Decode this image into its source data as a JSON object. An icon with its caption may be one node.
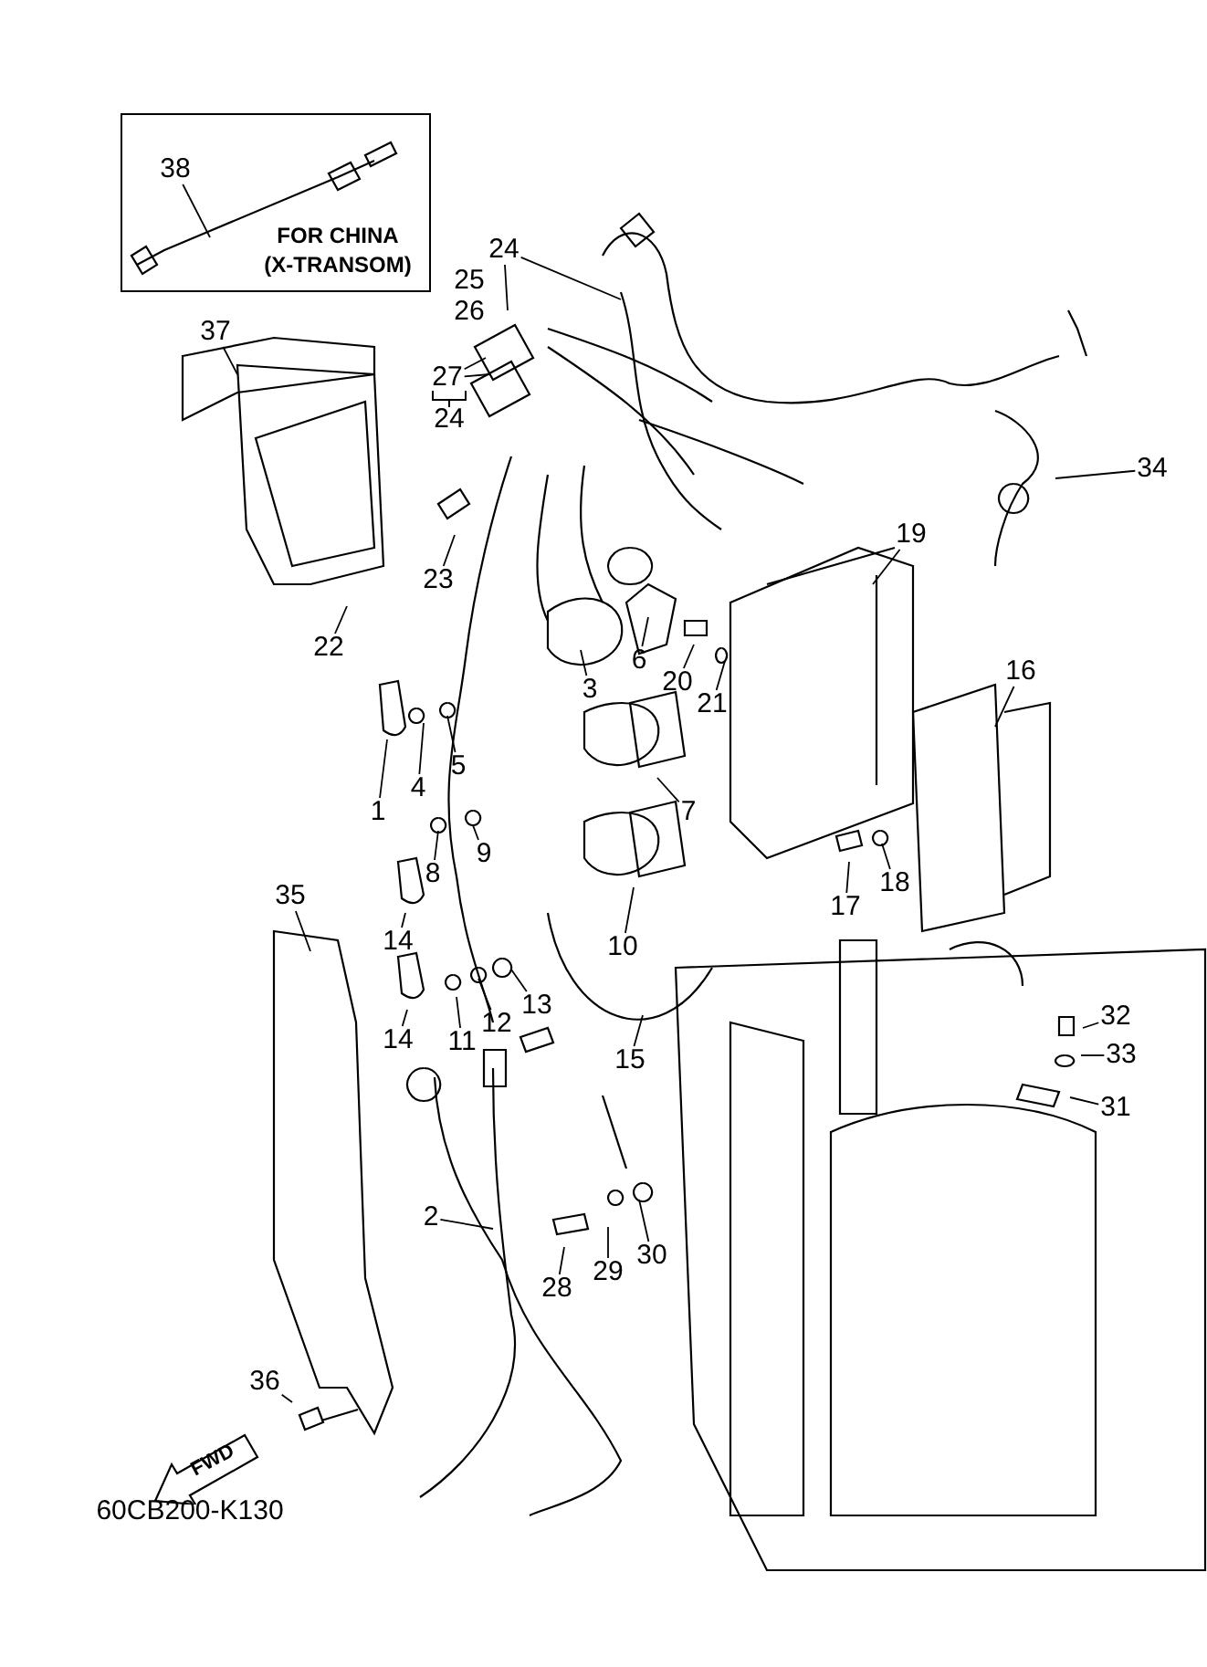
{
  "diagram": {
    "nodes": [
      {
        "text": [
          "FOR CHINA (X-TRANSOM)"
        ]
      },
      {
        "text": [
          "38"
        ],
        "in": 0
      },
      {
        "text": [
          "24"
        ]
      },
      {
        "text": [
          "27"
        ]
      },
      {
        "text": [
          "37"
        ]
      },
      {
        "text": [
          "23"
        ]
      },
      {
        "text": [
          "22"
        ]
      },
      {
        "text": [
          "19"
        ]
      },
      {
        "text": [
          "6"
        ]
      },
      {
        "text": [
          "20"
        ]
      },
      {
        "text": [
          "21"
        ]
      },
      {
        "text": [
          "3"
        ]
      },
      {
        "text": [
          "1"
        ]
      },
      {
        "text": [
          "4"
        ]
      },
      {
        "text": [
          "5"
        ]
      },
      {
        "text": [
          "7"
        ]
      },
      {
        "text": [
          "16"
        ]
      },
      {
        "text": [
          "17"
        ]
      },
      {
        "text": [
          "18"
        ]
      },
      {
        "text": [
          "8"
        ]
      },
      {
        "text": [
          "9"
        ]
      },
      {
        "text": [
          "10"
        ]
      },
      {
        "text": [
          "14"
        ]
      },
      {
        "text": [
          "35"
        ]
      },
      {
        "text": [
          "13"
        ]
      },
      {
        "text": [
          "12"
        ]
      },
      {
        "text": [
          "11"
        ]
      },
      {
        "text": [
          "14"
        ]
      },
      {
        "text": [
          "15"
        ]
      },
      {
        "text": [
          "32"
        ]
      },
      {
        "text": [
          "33"
        ]
      },
      {
        "text": [
          "31"
        ]
      },
      {
        "text": [
          "2"
        ]
      },
      {
        "text": [
          "28"
        ]
      },
      {
        "text": [
          "29"
        ]
      },
      {
        "text": [
          "30"
        ]
      },
      {
        "text": [
          "36"
        ]
      },
      {
        "text": [
          "34"
        ]
      },
      {
        "text": [
          "FWD"
        ]
      }
    ],
    "edges": [
      {
        "from": 1,
        "to": null,
        "arrow": "none"
      },
      {
        "from": 2,
        "to": null,
        "arrow": "none"
      },
      {
        "from": 2,
        "to": null,
        "arrow": "none"
      },
      {
        "from": 3,
        "to": null,
        "arrow": "none"
      },
      {
        "from": 3,
        "to": null,
        "arrow": "none"
      },
      {
        "from": 4,
        "to": null,
        "arrow": "none"
      },
      {
        "from": 5,
        "to": null,
        "arrow": "none"
      },
      {
        "from": 6,
        "to": null,
        "arrow": "none"
      },
      {
        "from": 7,
        "to": null,
        "arrow": "none"
      },
      {
        "from": 8,
        "to": null,
        "arrow": "none"
      },
      {
        "from": 9,
        "to": null,
        "arrow": "none"
      },
      {
        "from": 10,
        "to": null,
        "arrow": "none"
      },
      {
        "from": 11,
        "to": null,
        "arrow": "none"
      },
      {
        "from": 12,
        "to": null,
        "arrow": "none"
      },
      {
        "from": 13,
        "to": null,
        "arrow": "none"
      },
      {
        "from": 14,
        "to": null,
        "arrow": "none"
      },
      {
        "from": 15,
        "to": null,
        "arrow": "none"
      },
      {
        "from": 16,
        "to": null,
        "arrow": "none"
      },
      {
        "from": 17,
        "to": null,
        "arrow": "none"
      },
      {
        "from": 18,
        "to": null,
        "arrow": "none"
      },
      {
        "from": 19,
        "to": null,
        "arrow": "none"
      },
      {
        "from": 20,
        "to": null,
        "arrow": "none"
      },
      {
        "from": 21,
        "to": null,
        "arrow": "none"
      },
      {
        "from": 22,
        "to": null,
        "arrow": "none"
      },
      {
        "from": 23,
        "to": null,
        "arrow": "none"
      },
      {
        "from": 24,
        "to": null,
        "arrow": "none"
      },
      {
        "from": 25,
        "to": null,
        "arrow": "none"
      },
      {
        "from": 26,
        "to": null,
        "arrow": "none"
      },
      {
        "from": 27,
        "to": null,
        "arrow": "none"
      },
      {
        "from": 28,
        "to": null,
        "arrow": "none"
      },
      {
        "from": 29,
        "to": null,
        "arrow": "none"
      },
      {
        "from": 30,
        "to": null,
        "arrow": "none"
      },
      {
        "from": 31,
        "to": null,
        "arrow": "none"
      },
      {
        "from": 32,
        "to": null,
        "arrow": "none"
      },
      {
        "from": 33,
        "to": null,
        "arrow": "none"
      },
      {
        "from": 34,
        "to": null,
        "arrow": "none"
      },
      {
        "from": 35,
        "to": null,
        "arrow": "none"
      },
      {
        "from": 36,
        "to": null,
        "arrow": "none"
      },
      {
        "from": 37,
        "to": null,
        "arrow": "none"
      }
    ],
    "labels": [
      "25",
      "26",
      "24",
      "60CB200-K130"
    ]
  }
}
